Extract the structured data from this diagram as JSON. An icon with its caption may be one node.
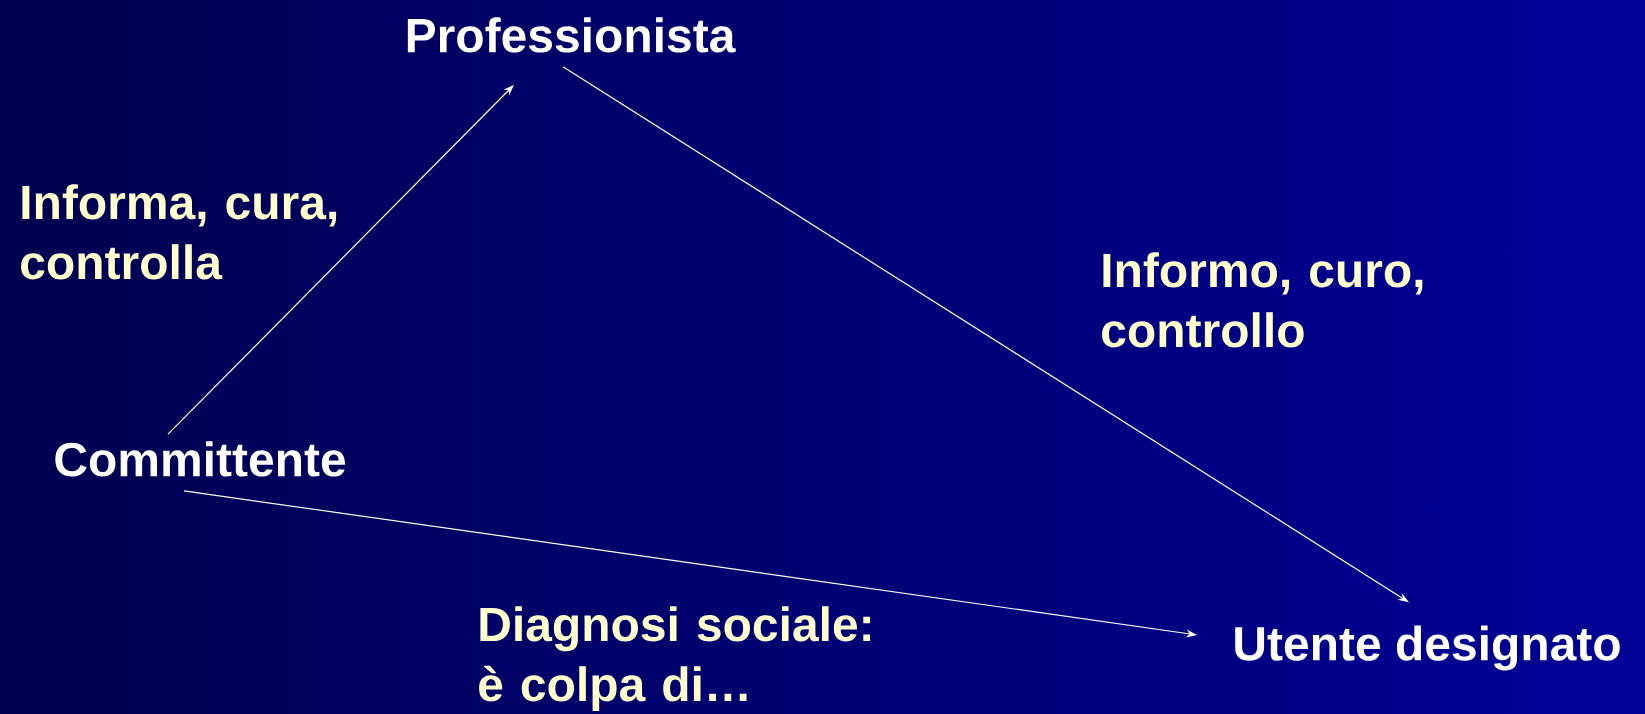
{
  "diagram": {
    "nodes": [
      {
        "text": [
          "Professionista"
        ]
      },
      {
        "text": [
          "Committente"
        ]
      },
      {
        "text": [
          "Utente designato"
        ]
      }
    ],
    "edges": [
      {
        "from": 1,
        "to": 0,
        "arrow": "to",
        "label": "Informa, cura, controlla"
      },
      {
        "from": 0,
        "to": 2,
        "arrow": "to",
        "label": "Informo, curo, controllo"
      },
      {
        "from": 1,
        "to": 2,
        "arrow": "to",
        "label": "Diagnosi sociale: è colpa di…"
      }
    ]
  }
}
